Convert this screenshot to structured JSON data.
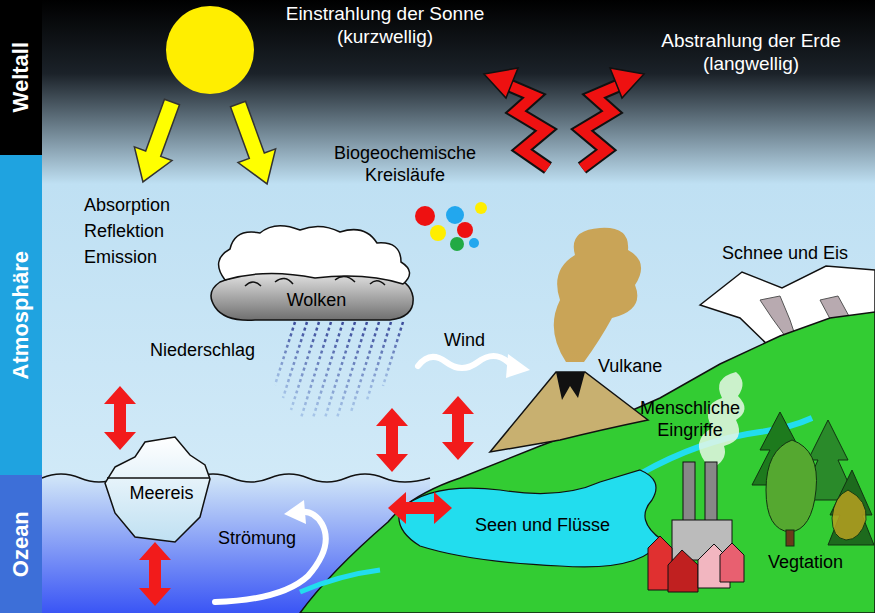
{
  "diagram": {
    "nodes": [
      {
        "text": [
          "Weltall"
        ]
      },
      {
        "text": [
          "Atmosphäre"
        ]
      },
      {
        "text": [
          "Ozean"
        ]
      },
      {
        "text": [
          "Wolken"
        ]
      },
      {
        "text": [
          "Meereis"
        ]
      }
    ],
    "labels": [
      "Einstrahlung der Sonne (kurzwellig)",
      "Abstrahlung der Erde (langwellig)",
      "Absorption Reflektion Emission",
      "Biogeochemische Kreisläufe",
      "Niederschlag",
      "Wind",
      "Vulkane",
      "Schnee und Eis",
      "Menschliche Eingriffe",
      "Strömung",
      "Seen und Flüsse",
      "Vegtation"
    ]
  }
}
